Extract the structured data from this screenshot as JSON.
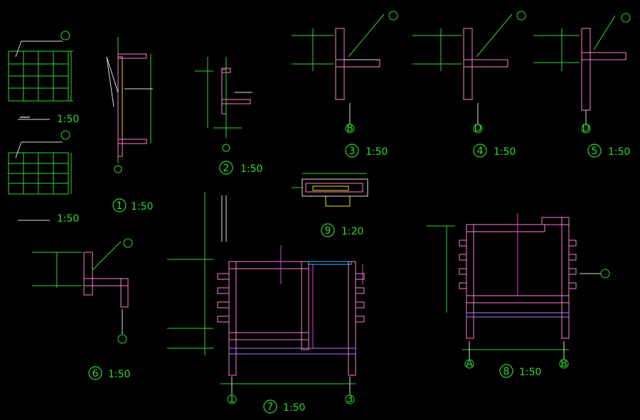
{
  "colors": {
    "background": "#000000",
    "wall": "#ff7fd0",
    "dim": "#2fd92f",
    "white": "#e0e0e0",
    "purple": "#b07cff",
    "yellow": "#e8e800",
    "blue": "#3fb2ff",
    "magenta": "#e040e0"
  },
  "details": [
    {
      "id": "d1",
      "number": "1",
      "scale": "1:50"
    },
    {
      "id": "d2",
      "number": "2",
      "scale": "1:50"
    },
    {
      "id": "d3",
      "number": "3",
      "scale": "1:50"
    },
    {
      "id": "d4",
      "number": "4",
      "scale": "1:50"
    },
    {
      "id": "d5",
      "number": "5",
      "scale": "1:50"
    },
    {
      "id": "d6",
      "number": "6",
      "scale": "1:50"
    },
    {
      "id": "d7",
      "number": "7",
      "scale": "1:50"
    },
    {
      "id": "d8",
      "number": "8",
      "scale": "1:50"
    },
    {
      "id": "d9",
      "number": "9",
      "scale": "1:20"
    }
  ],
  "grid_axes": {
    "a": "A",
    "b": "B",
    "d": "D",
    "one": "1",
    "three": "3"
  },
  "rail_elevations": [
    {
      "scale": "1:50"
    },
    {
      "scale": "1:50"
    }
  ]
}
